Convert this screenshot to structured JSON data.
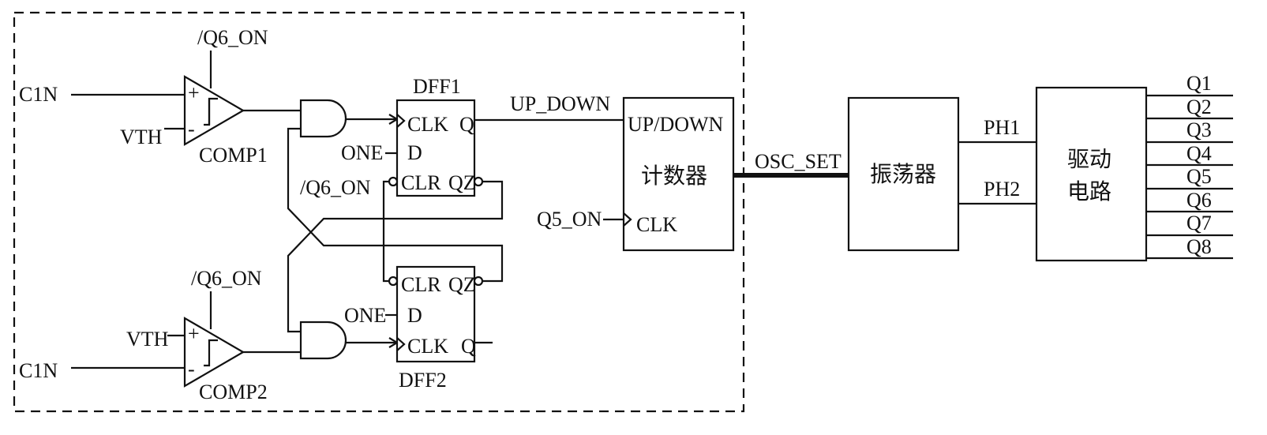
{
  "inputs": {
    "c1n_top": "C1N",
    "vth_top": "VTH",
    "q6on_comp1": "/Q6_ON",
    "c1n_bottom": "C1N",
    "vth_bottom": "VTH",
    "q6on_comp2": "/Q6_ON"
  },
  "comp1": {
    "name": "COMP1",
    "plus": "+",
    "minus": "-"
  },
  "comp2": {
    "name": "COMP2",
    "plus": "+",
    "minus": "-"
  },
  "dff1": {
    "name": "DFF1",
    "clk": "CLK",
    "q": "Q",
    "d": "D",
    "clr": "CLR",
    "qz": "QZ",
    "one": "ONE",
    "q6on": "/Q6_ON"
  },
  "dff2": {
    "name": "DFF2",
    "clk": "CLK",
    "q": "Q",
    "d": "D",
    "clr": "CLR",
    "qz": "QZ",
    "one": "ONE"
  },
  "signal_up_down": "UP_DOWN",
  "counter": {
    "up_down": "UP/DOWN",
    "title": "计数器",
    "clk": "CLK",
    "q5on": "Q5_ON"
  },
  "osc_set": "OSC_SET",
  "oscillator": {
    "title": "振荡器"
  },
  "ph1": "PH1",
  "ph2": "PH2",
  "driver": {
    "title_line1": "驱动",
    "title_line2": "电路"
  },
  "outputs": [
    "Q1",
    "Q2",
    "Q3",
    "Q4",
    "Q5",
    "Q6",
    "Q7",
    "Q8"
  ],
  "colors": {
    "line": "#111111",
    "background": "#ffffff"
  }
}
